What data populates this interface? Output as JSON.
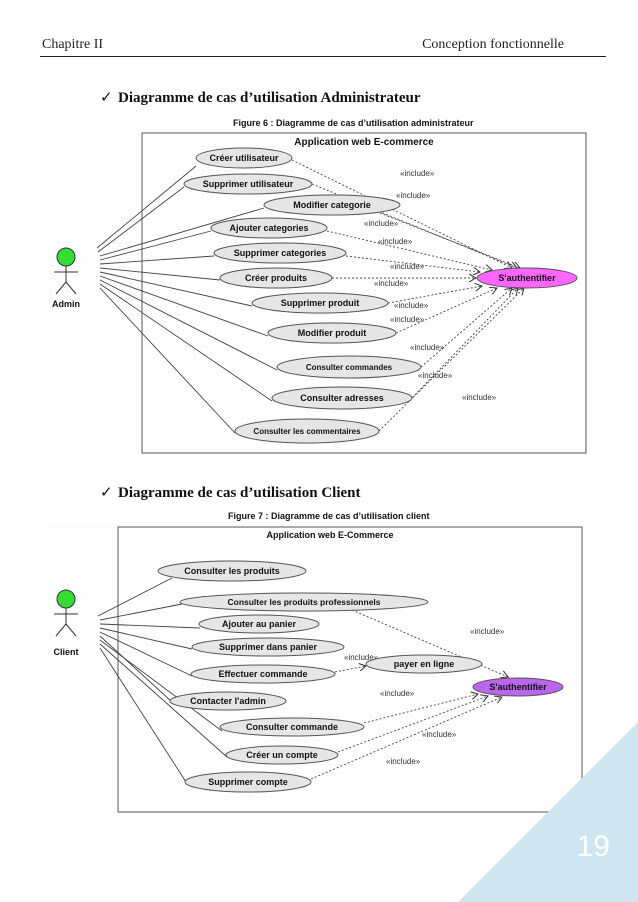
{
  "header": {
    "chapter": "Chapitre II",
    "section": "Conception fonctionnelle"
  },
  "sections": [
    {
      "title": "Diagramme de cas d’utilisation Administrateur",
      "caption": "Figure 6 : Diagramme de cas d’utilisation administrateur",
      "diagram": {
        "system_title": "Application web E-commerce",
        "actor": "Admin",
        "use_cases": [
          "Créer utilisateur",
          "Supprimer utilisateur",
          "Modifier categorie",
          "Ajouter categories",
          "Supprimer categories",
          "Créer produits",
          "Supprimer produit",
          "Modifier produit",
          "Consulter commandes",
          "Consulter adresses",
          "Consulter les commentaires"
        ],
        "target": "S'authentifier",
        "include_label": "«include»"
      }
    },
    {
      "title": "Diagramme de cas d’utilisation Client",
      "caption": "Figure 7 : Diagramme de cas d’utilisation client",
      "diagram": {
        "system_title": "Application web E-Commerce",
        "actor": "Client",
        "use_cases": [
          "Consulter les produits",
          "Consulter les produits professionnels",
          "Ajouter au panier",
          "Supprimer dans panier",
          "Effectuer commande",
          "Contacter l'admin",
          "Consulter commande",
          "Créer un compte",
          "Supprimer compte"
        ],
        "extra_case": "payer en ligne",
        "target": "S'authentifier",
        "include_label": "«include»"
      }
    }
  ],
  "page_number": "19",
  "colors": {
    "actor_head": "#33dd33",
    "admin_target": "#ff66ff",
    "client_target": "#bb66ee",
    "use_case_fill": "#e6e6e6",
    "corner": "#cfe6f0"
  }
}
